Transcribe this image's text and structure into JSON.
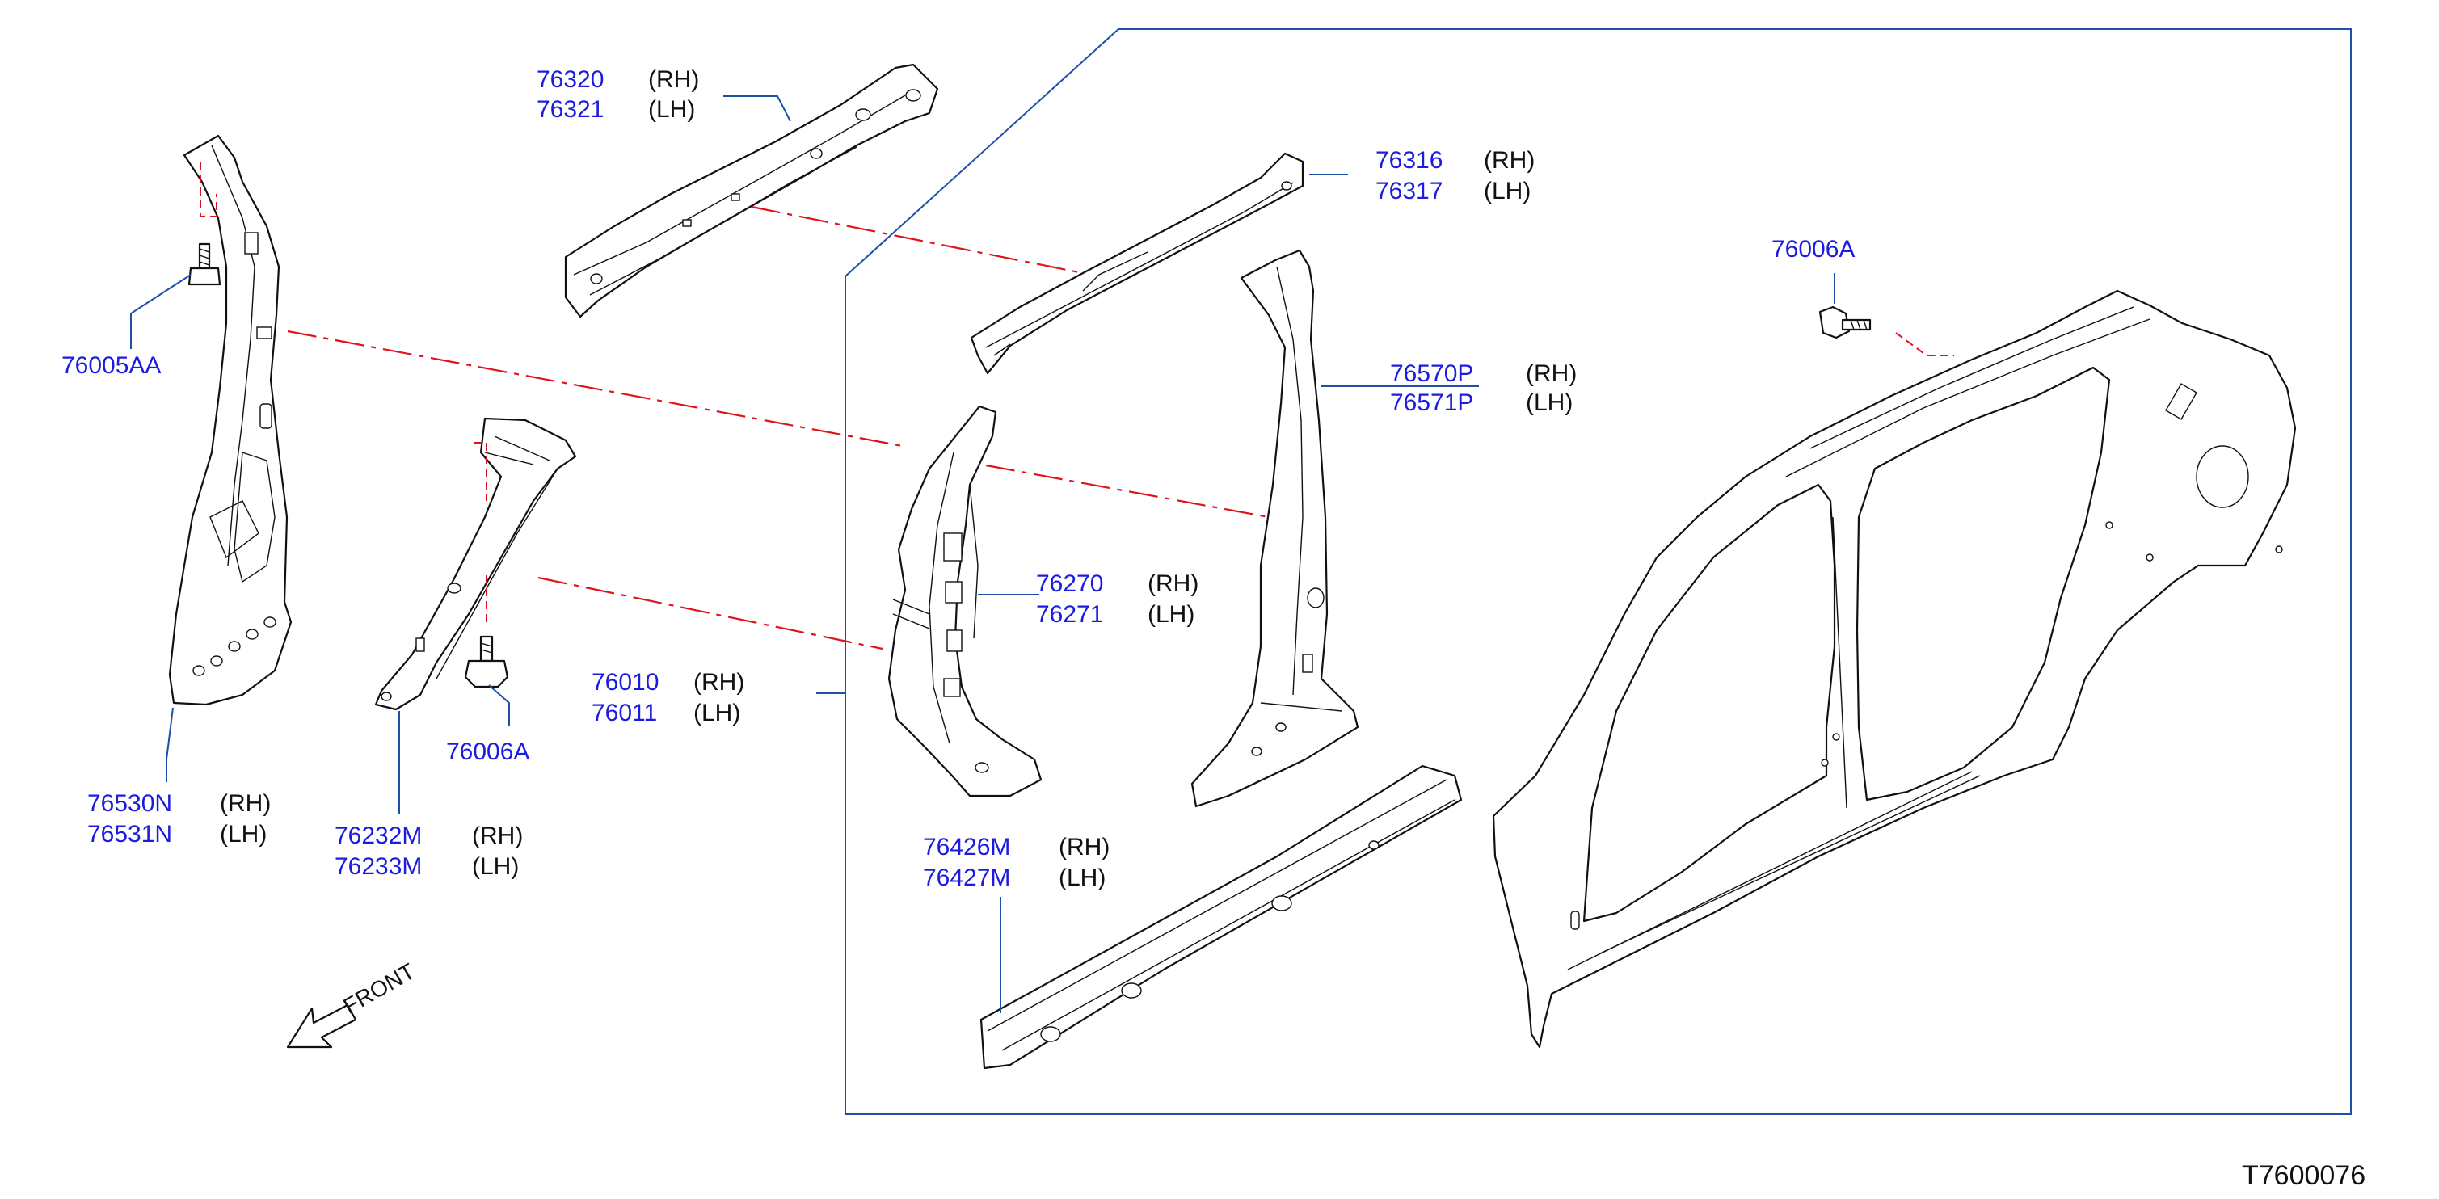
{
  "labels": {
    "p76320": {
      "number": "76320",
      "side": "(RH)"
    },
    "p76321": {
      "number": "76321",
      "side": "(LH)"
    },
    "p76316": {
      "number": "76316",
      "side": "(RH)"
    },
    "p76317": {
      "number": "76317",
      "side": "(LH)"
    },
    "p76006A_top": {
      "number": "76006A"
    },
    "p76005AA": {
      "number": "76005AA"
    },
    "p76570P": {
      "number": "76570P",
      "side": "(RH)"
    },
    "p76571P": {
      "number": "76571P",
      "side": "(LH)"
    },
    "p76270": {
      "number": "76270",
      "side": "(RH)"
    },
    "p76271": {
      "number": "76271",
      "side": "(LH)"
    },
    "p76010": {
      "number": "76010",
      "side": "(RH)"
    },
    "p76011": {
      "number": "76011",
      "side": "(LH)"
    },
    "p76006A_bottom": {
      "number": "76006A"
    },
    "p76530N": {
      "number": "76530N",
      "side": "(RH)"
    },
    "p76531N": {
      "number": "76531N",
      "side": "(LH)"
    },
    "p76232M": {
      "number": "76232M",
      "side": "(RH)"
    },
    "p76233M": {
      "number": "76233M",
      "side": "(LH)"
    },
    "p76426M": {
      "number": "76426M",
      "side": "(RH)"
    },
    "p76427M": {
      "number": "76427M",
      "side": "(LH)"
    }
  },
  "front": {
    "label": "FRONT",
    "icon": "front-arrow-icon"
  },
  "diagram_code": "T7600076",
  "colors": {
    "part_number": "#1c1ce0",
    "leader": "#1d4fa8",
    "phantom_line": "#e0121c",
    "outline": "#111111"
  }
}
